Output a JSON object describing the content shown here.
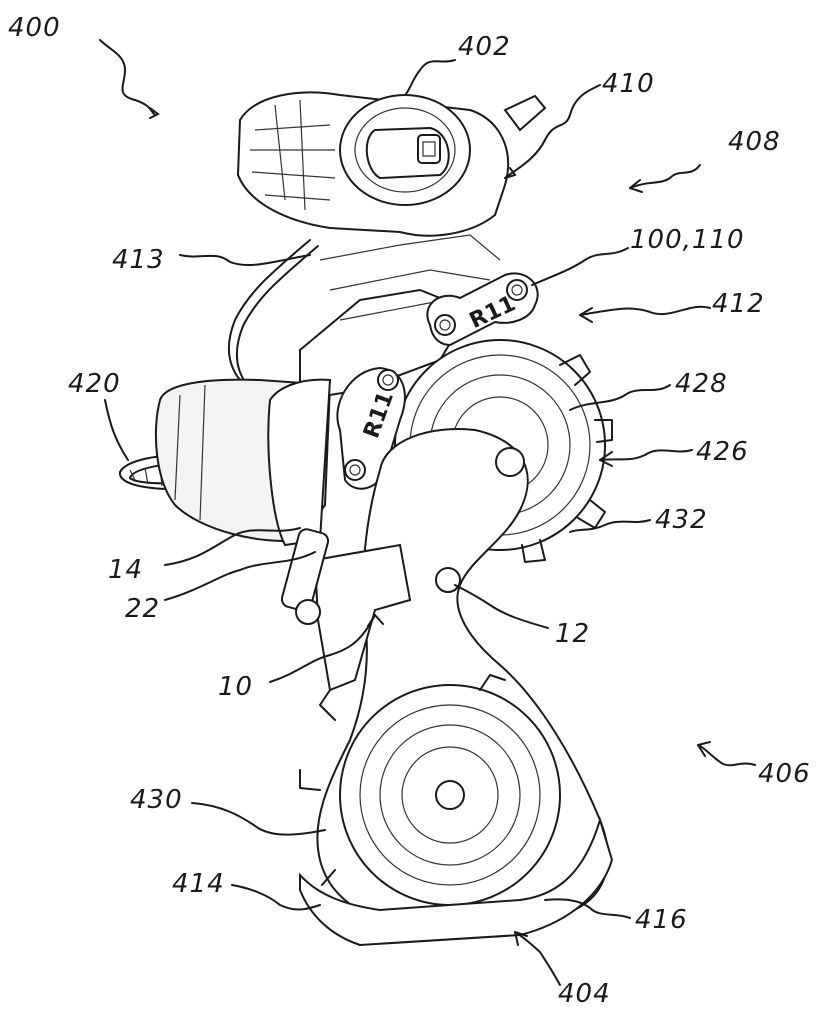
{
  "labels": {
    "l400": "400",
    "l402": "402",
    "l410": "410",
    "l408": "408",
    "l413": "413",
    "l100": "100,110",
    "l412": "412",
    "l420": "420",
    "l428": "428",
    "l426": "426",
    "l432": "432",
    "l14": "14",
    "l22": "22",
    "l12": "12",
    "l10": "10",
    "l406": "406",
    "l430": "430",
    "l414": "414",
    "l416": "416",
    "l404": "404"
  },
  "markings": {
    "link_top": "R11",
    "link_left": "R11"
  }
}
